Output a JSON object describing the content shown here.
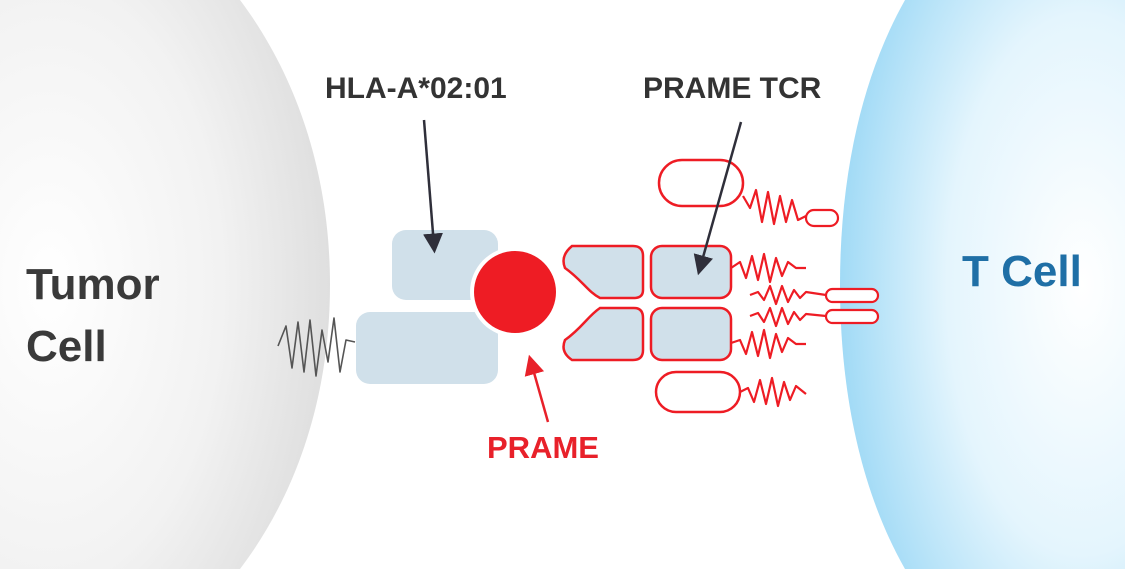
{
  "labels": {
    "tumor_line1": "Tumor",
    "tumor_line2": "Cell",
    "t_cell": "T Cell",
    "hla": "HLA-A*02:01",
    "tcr": "PRAME TCR",
    "prame": "PRAME"
  },
  "colors": {
    "tumor_cell": "#e6e6e6",
    "t_cell": "#8fd3f4",
    "mhc_fill": "#d0e0ea",
    "peptide": "#ee1c24",
    "tcr_outline": "#ee1c24",
    "arrow_dark": "#2f2f3a",
    "arrow_red": "#e8212a",
    "label_dark": "#333333",
    "label_blue": "#1f6fa6"
  }
}
